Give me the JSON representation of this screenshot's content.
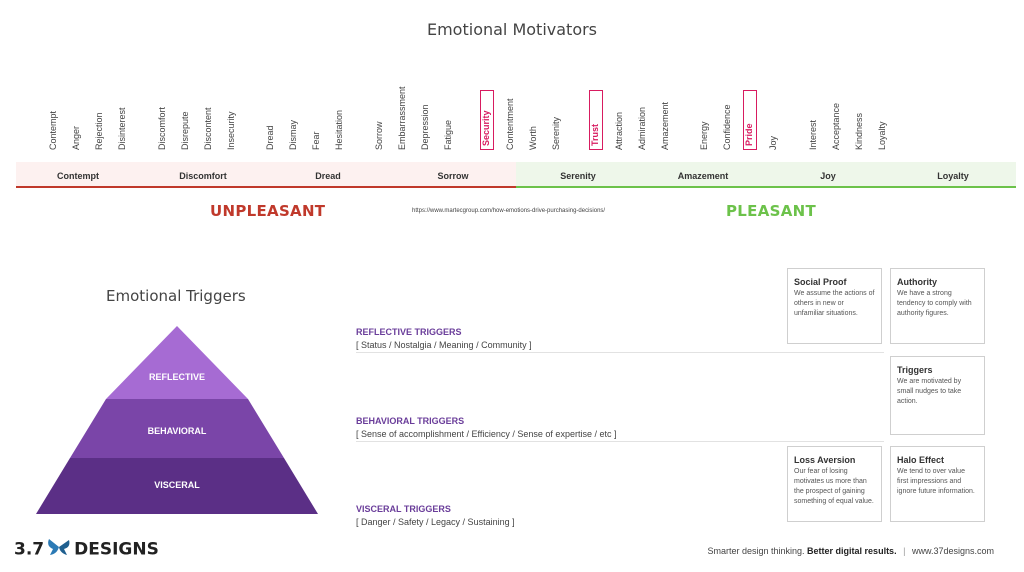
{
  "title": "Emotional Motivators",
  "emotions": [
    {
      "label": "Contempt",
      "boxed": false
    },
    {
      "label": "Anger",
      "boxed": false
    },
    {
      "label": "Rejection",
      "boxed": false
    },
    {
      "label": "Disinterest",
      "boxed": false
    },
    {
      "label": "Discomfort",
      "boxed": false
    },
    {
      "label": "Disrepute",
      "boxed": false
    },
    {
      "label": "Discontent",
      "boxed": false
    },
    {
      "label": "Insecurity",
      "boxed": false
    },
    {
      "label": "Dread",
      "boxed": false
    },
    {
      "label": "Dismay",
      "boxed": false
    },
    {
      "label": "Fear",
      "boxed": false
    },
    {
      "label": "Hesitation",
      "boxed": false
    },
    {
      "label": "Sorrow",
      "boxed": false
    },
    {
      "label": "Embarrassment",
      "boxed": false
    },
    {
      "label": "Depression",
      "boxed": false
    },
    {
      "label": "Fatigue",
      "boxed": false
    },
    {
      "label": "Security",
      "boxed": true
    },
    {
      "label": "Contentment",
      "boxed": false
    },
    {
      "label": "Worth",
      "boxed": false
    },
    {
      "label": "Serenity",
      "boxed": false
    },
    {
      "label": "Trust",
      "boxed": true
    },
    {
      "label": "Attraction",
      "boxed": false
    },
    {
      "label": "Admiration",
      "boxed": false
    },
    {
      "label": "Amazement",
      "boxed": false
    },
    {
      "label": "Energy",
      "boxed": false
    },
    {
      "label": "Confidence",
      "boxed": false
    },
    {
      "label": "Pride",
      "boxed": true
    },
    {
      "label": "Joy",
      "boxed": false
    },
    {
      "label": "Interest",
      "boxed": false
    },
    {
      "label": "Acceptance",
      "boxed": false
    },
    {
      "label": "Kindness",
      "boxed": false
    },
    {
      "label": "Loyalty",
      "boxed": false
    }
  ],
  "categories": [
    "Contempt",
    "Discomfort",
    "Dread",
    "Sorrow",
    "Serenity",
    "Amazement",
    "Joy",
    "Loyalty"
  ],
  "unpleasant": "UNPLEASANT",
  "pleasant": "PLEASANT",
  "source_url": "https://www.martecgroup.com/how-emotions-drive-purchasing-decisions/",
  "colors": {
    "unpleasant": "#c0392b",
    "pleasant": "#6cc24a",
    "highlight": "#d81b60",
    "pyramid_top": "#a66bd3",
    "pyramid_mid": "#7a45a8",
    "pyramid_bottom": "#5b2f86"
  },
  "triggers": {
    "title": "Emotional Triggers",
    "levels": [
      "REFLECTIVE",
      "BEHAVIORAL",
      "VISCERAL"
    ],
    "reflective": {
      "head": "REFLECTIVE TRIGGERS",
      "sub": "[ Status / Nostalgia / Meaning / Community ]"
    },
    "behavioral": {
      "head": "BEHAVIORAL TRIGGERS",
      "sub": "[ Sense of accomplishment / Efficiency / Sense of expertise / etc ]"
    },
    "visceral": {
      "head": "VISCERAL TRIGGERS",
      "sub": "[ Danger / Safety / Legacy / Sustaining ]"
    }
  },
  "cards": {
    "social_proof": {
      "title": "Social Proof",
      "desc": "We assume the actions of others in new or unfamiliar situations."
    },
    "authority": {
      "title": "Authority",
      "desc": "We have a strong tendency to comply with authority figures."
    },
    "triggers": {
      "title": "Triggers",
      "desc": "We are motivated by small nudges to take action."
    },
    "loss_aversion": {
      "title": "Loss Aversion",
      "desc": "Our fear of losing motivates us more than the prospect of gaining something of equal value."
    },
    "halo_effect": {
      "title": "Halo Effect",
      "desc": "We tend to over value first impressions and ignore future information."
    }
  },
  "logo": {
    "left": "3.7",
    "right": "DESIGNS",
    "icon": "butterfly-icon"
  },
  "footer": {
    "tagline": "Smarter design thinking.",
    "bold": "Better digital results.",
    "separator": "|",
    "site": "www.37designs.com"
  }
}
